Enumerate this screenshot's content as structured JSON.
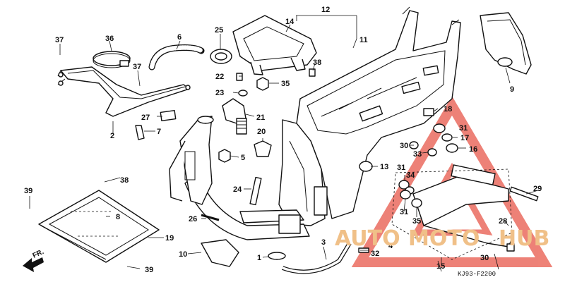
{
  "diagram_code": "KJ93-F2200",
  "direction_label": "FR.",
  "watermark": {
    "word_left": "AUTO",
    "word_mid": "MOTO",
    "word_right": "HUB",
    "color_text": "#f0c088",
    "color_triangle": "#e8584a"
  },
  "labels": [
    "1",
    "2",
    "3",
    "4",
    "5",
    "6",
    "7",
    "8",
    "9",
    "10",
    "11",
    "12",
    "13",
    "14",
    "15",
    "16",
    "17",
    "18",
    "19",
    "20",
    "21",
    "22",
    "23",
    "24",
    "25",
    "26",
    "27",
    "28",
    "29",
    "30",
    "31",
    "31",
    "31",
    "32",
    "33",
    "34",
    "35",
    "35",
    "35",
    "36",
    "37",
    "37",
    "38",
    "38",
    "39",
    "39"
  ]
}
